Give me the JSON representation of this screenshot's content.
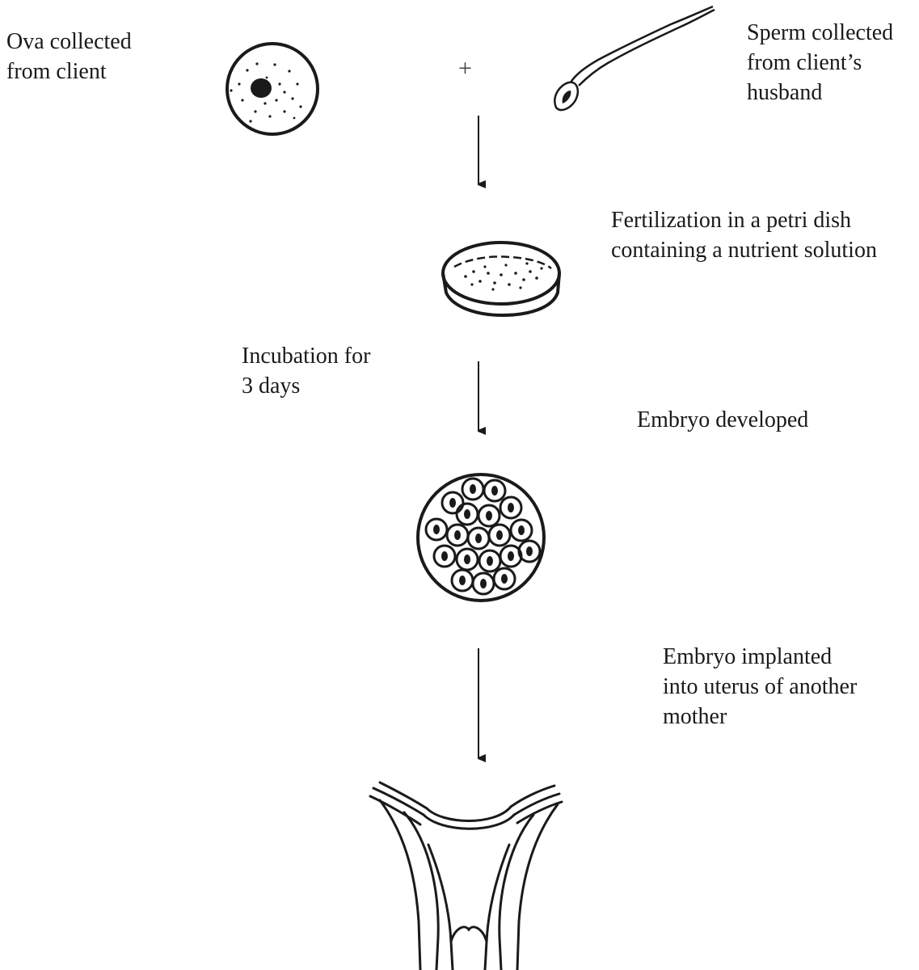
{
  "labels": {
    "ova": {
      "line1": "Ova collected",
      "line2": "from client"
    },
    "plus": "+",
    "sperm": {
      "line1": "Sperm collected",
      "line2": "from client’s",
      "line3": "husband"
    },
    "fertilization": {
      "line1": "Fertilization in a petri dish",
      "line2": "containing a nutrient solution"
    },
    "incubation": {
      "line1": "Incubation for",
      "line2": "3 days"
    },
    "embryo_developed": "Embryo developed",
    "implanted": {
      "line1": "Embryo implanted",
      "line2": "into uterus of another",
      "line3": "mother"
    }
  },
  "colors": {
    "ink": "#1a1a1a",
    "background": "#ffffff"
  }
}
